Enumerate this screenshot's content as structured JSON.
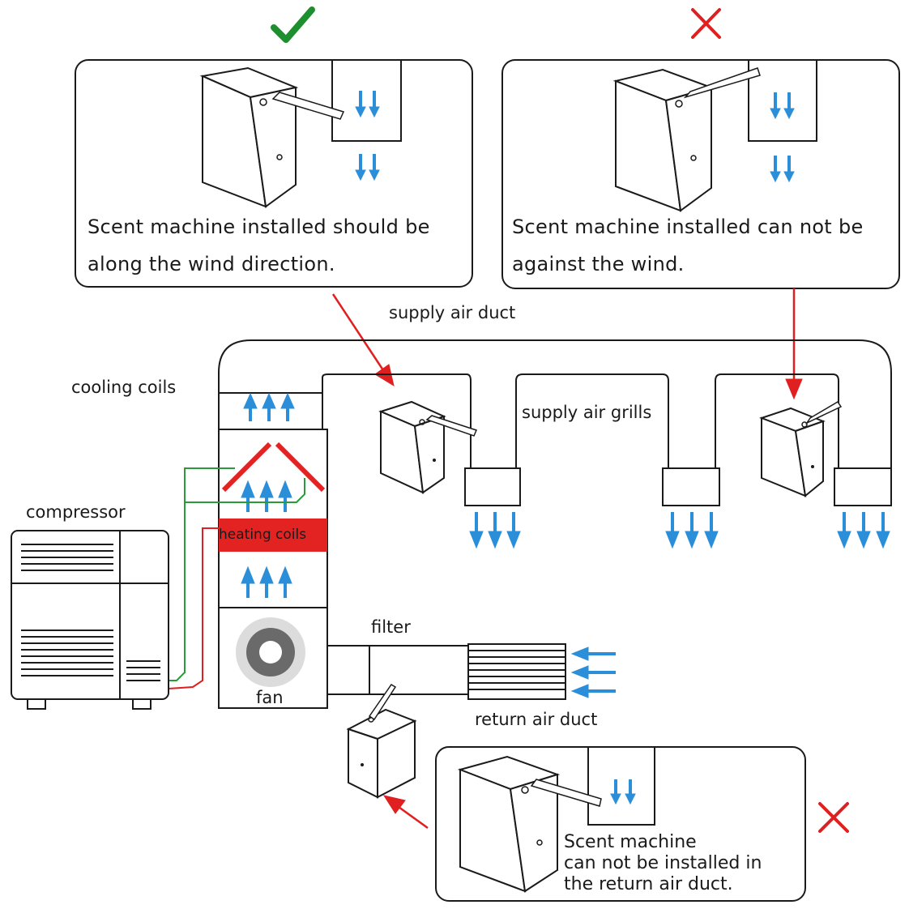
{
  "colors": {
    "line": "#1a1a1a",
    "air_arrow": "#2a8fd8",
    "pointer_arrow": "#e02020",
    "check_mark": "#1e8f2e",
    "cross_mark": "#e02020",
    "heating_coils": "#e32222",
    "cooling_coils": "#e32222",
    "pipe_green": "#2a9a3a",
    "pipe_red": "#e02020"
  },
  "panels": {
    "correct": {
      "status_icon": "check-icon",
      "caption_line1": "Scent machine installed should be",
      "caption_line2": "along the wind direction."
    },
    "wrong_against_wind": {
      "status_icon": "cross-icon",
      "caption_line1": "Scent machine installed can not be",
      "caption_line2": "against the wind."
    },
    "wrong_return_duct": {
      "status_icon": "cross-icon",
      "caption_line1": "Scent machine",
      "caption_line2": "can not be installed in",
      "caption_line3": "the return air duct."
    }
  },
  "labels": {
    "supply_air_duct": "supply air duct",
    "cooling_coils": "cooling coils",
    "supply_air_grills": "supply air grills",
    "compressor": "compressor",
    "heating_coils": "heating coils",
    "filter": "filter",
    "fan": "fan",
    "return_air_duct": "return air duct"
  }
}
